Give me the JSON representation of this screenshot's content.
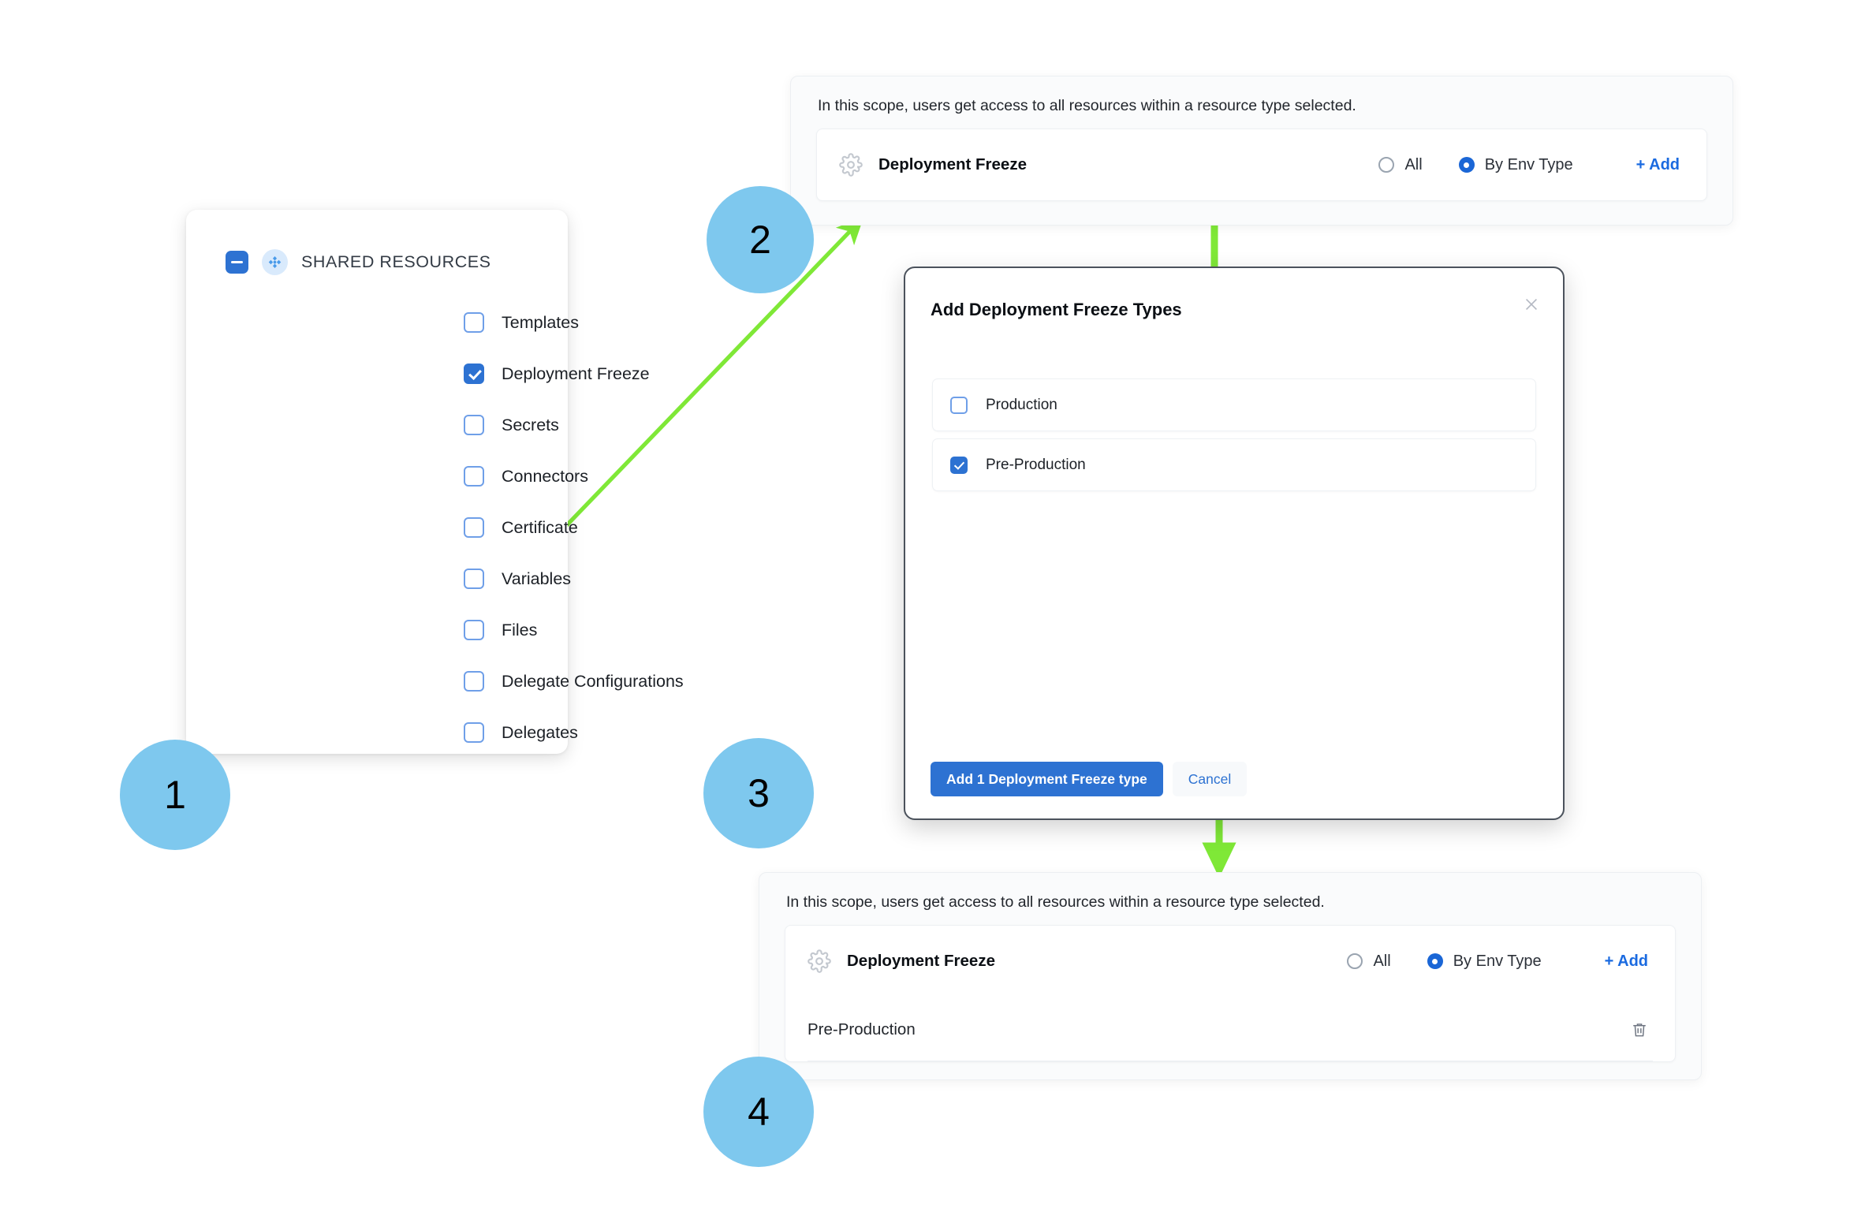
{
  "theme": {
    "accent_blue": "#2d72d2",
    "link_blue": "#1a6ae0",
    "step_circle_blue": "#7ec8ee",
    "arrow_green": "#7fe837",
    "panel_bg": "#fafbfc",
    "modal_border": "#4b525c"
  },
  "sidebar": {
    "header": {
      "label": "SHARED RESOURCES",
      "checkbox_state": "indeterminate",
      "icon": "shared-resources-icon"
    },
    "items": [
      {
        "label": "Templates",
        "checked": false
      },
      {
        "label": "Deployment Freeze",
        "checked": true
      },
      {
        "label": "Secrets",
        "checked": false
      },
      {
        "label": "Connectors",
        "checked": false
      },
      {
        "label": "Certificate",
        "checked": false
      },
      {
        "label": "Variables",
        "checked": false
      },
      {
        "label": "Files",
        "checked": false
      },
      {
        "label": "Delegate Configurations",
        "checked": false
      },
      {
        "label": "Delegates",
        "checked": false
      }
    ]
  },
  "scope_panel_top": {
    "note": "In this scope, users get access to all resources within a resource type selected.",
    "resource": {
      "icon": "gear-icon",
      "name": "Deployment Freeze",
      "options": [
        {
          "label": "All",
          "selected": false
        },
        {
          "label": "By Env Type",
          "selected": true
        }
      ],
      "add_label": "+ Add"
    },
    "selected_items": []
  },
  "scope_panel_bottom": {
    "note": "In this scope, users get access to all resources within a resource type selected.",
    "resource": {
      "icon": "gear-icon",
      "name": "Deployment Freeze",
      "options": [
        {
          "label": "All",
          "selected": false
        },
        {
          "label": "By Env Type",
          "selected": true
        }
      ],
      "add_label": "+ Add"
    },
    "selected_items": [
      {
        "label": "Pre-Production",
        "delete_icon": "trash-icon"
      }
    ]
  },
  "modal": {
    "title": "Add Deployment Freeze Types",
    "close_icon": "close-icon",
    "options": [
      {
        "label": "Production",
        "checked": false
      },
      {
        "label": "Pre-Production",
        "checked": true
      }
    ],
    "primary_button": "Add 1 Deployment Freeze type",
    "secondary_button": "Cancel"
  },
  "steps": [
    {
      "number": "1"
    },
    {
      "number": "2"
    },
    {
      "number": "3"
    },
    {
      "number": "4"
    }
  ]
}
